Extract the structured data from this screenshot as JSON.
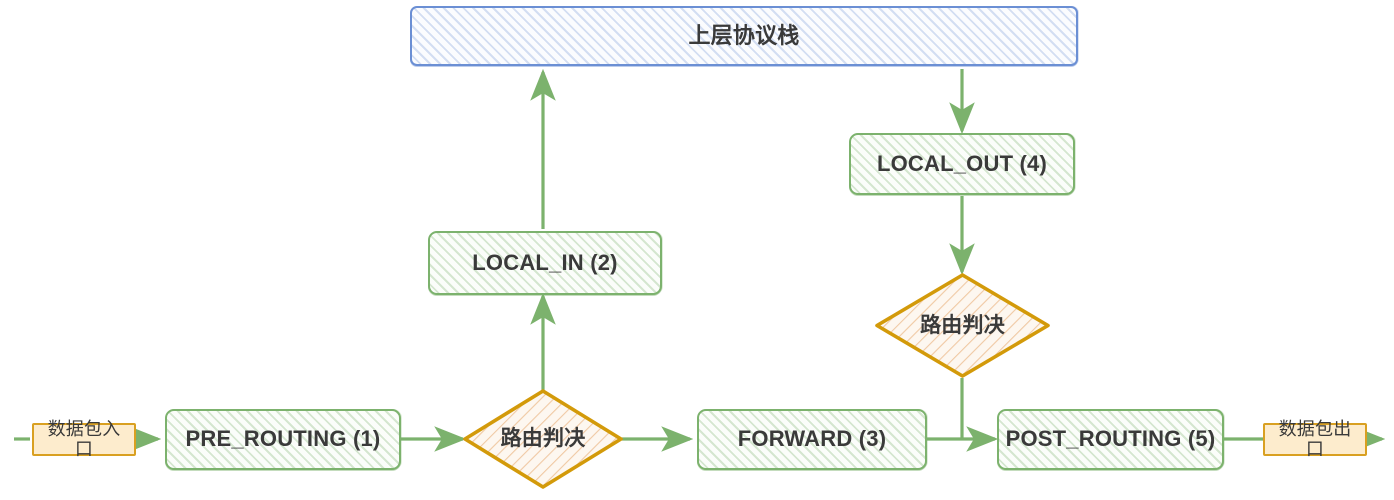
{
  "diagram": {
    "title": "Netfilter hook chain flow",
    "colors": {
      "process_border": "#7cb26d",
      "process_fill": "#fbfdfa",
      "stack_border": "#6b8fd4",
      "stack_fill": "#fbfcfe",
      "decision_border": "#d39a0a",
      "decision_fill": "#fdf4e9",
      "tag_border": "#d9a021",
      "tag_fill": "#fdeccd",
      "edge": "#7cb26d",
      "text": "#3a3a3a",
      "background": "#ffffff"
    },
    "nodes": {
      "upper_stack": "上层协议栈",
      "local_in": "LOCAL_IN (2)",
      "local_out": "LOCAL_OUT (4)",
      "route_left": "路由判决",
      "route_right": "路由判决",
      "pre_routing": "PRE_ROUTING (1)",
      "forward": "FORWARD (3)",
      "post_routing": "POST_ROUTING (5)",
      "packet_in": "数据包入口",
      "packet_out": "数据包出口"
    },
    "edges": [
      {
        "from": "数据包入口",
        "to": "PRE_ROUTING (1)",
        "label": ""
      },
      {
        "from": "PRE_ROUTING (1)",
        "to": "路由判决",
        "label": ""
      },
      {
        "from": "路由判决",
        "to": "LOCAL_IN (2)",
        "label": ""
      },
      {
        "from": "LOCAL_IN (2)",
        "to": "上层协议栈",
        "label": ""
      },
      {
        "from": "路由判决",
        "to": "FORWARD (3)",
        "label": ""
      },
      {
        "from": "FORWARD (3)",
        "to": "POST_ROUTING (5)",
        "label": ""
      },
      {
        "from": "上层协议栈",
        "to": "LOCAL_OUT (4)",
        "label": ""
      },
      {
        "from": "LOCAL_OUT (4)",
        "to": "路由判决",
        "label": ""
      },
      {
        "from": "路由判决",
        "to": "POST_ROUTING (5)",
        "label": ""
      },
      {
        "from": "POST_ROUTING (5)",
        "to": "数据包出口",
        "label": ""
      }
    ]
  }
}
